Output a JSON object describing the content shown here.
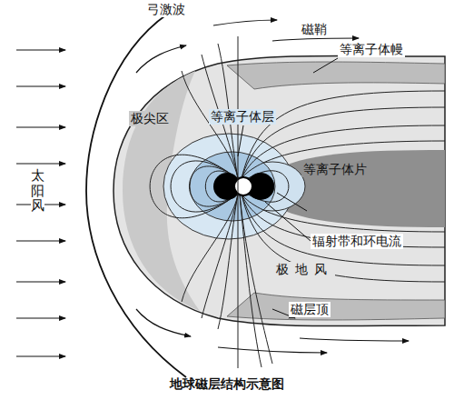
{
  "diagram": {
    "caption": "地球磁层结构示意图",
    "labels": [
      "弓激波",
      "磁鞘",
      "等离子体幔",
      "太阳风",
      "极尖区",
      "等离子体层",
      "等离子体片",
      "辐射带和环电流",
      "极地风",
      "磁层顶"
    ]
  }
}
